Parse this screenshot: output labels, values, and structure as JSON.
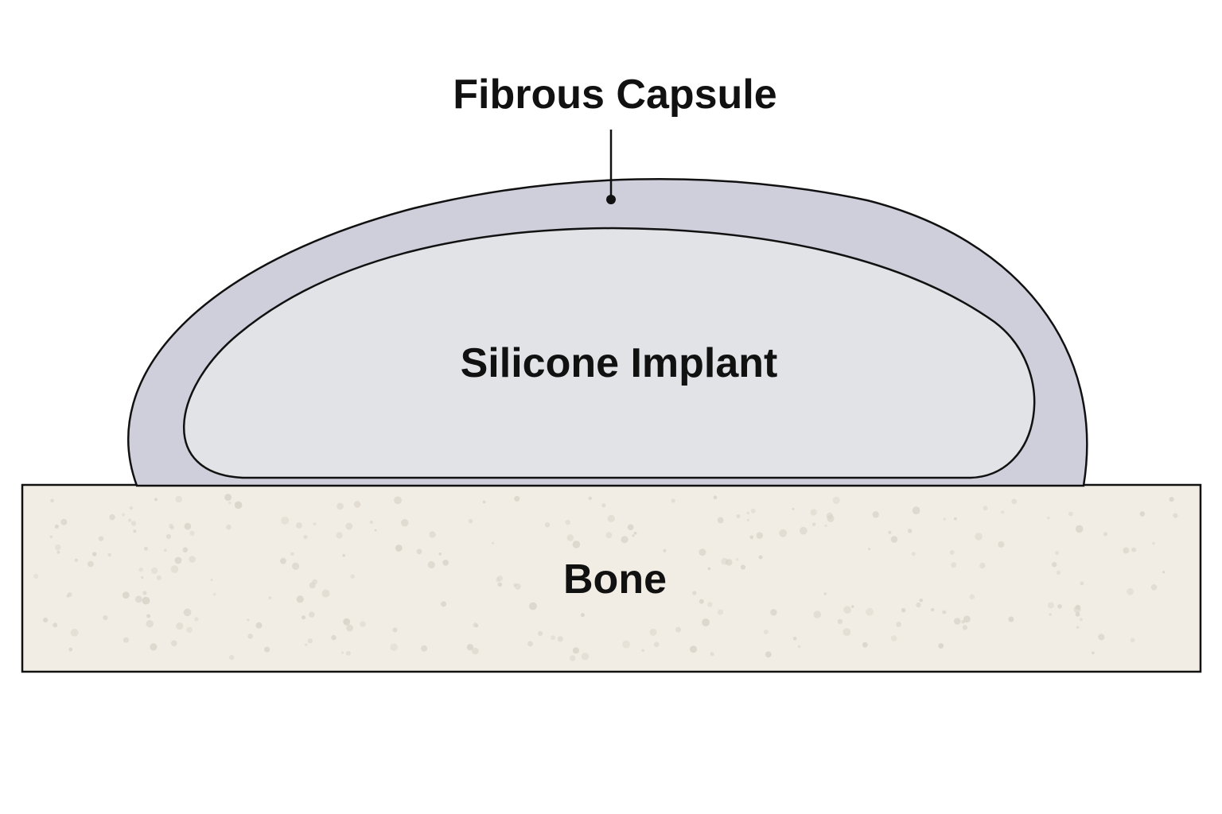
{
  "labels": {
    "capsule": "Fibrous Capsule",
    "implant": "Silicone Implant",
    "bone": "Bone"
  },
  "colors": {
    "background": "#ffffff",
    "capsule_fill": "#cfcedb",
    "implant_fill": "#e2e3e6",
    "bone_fill": "#f1ede4",
    "bone_speckle": "#d9d4ca",
    "outline": "#111111"
  }
}
